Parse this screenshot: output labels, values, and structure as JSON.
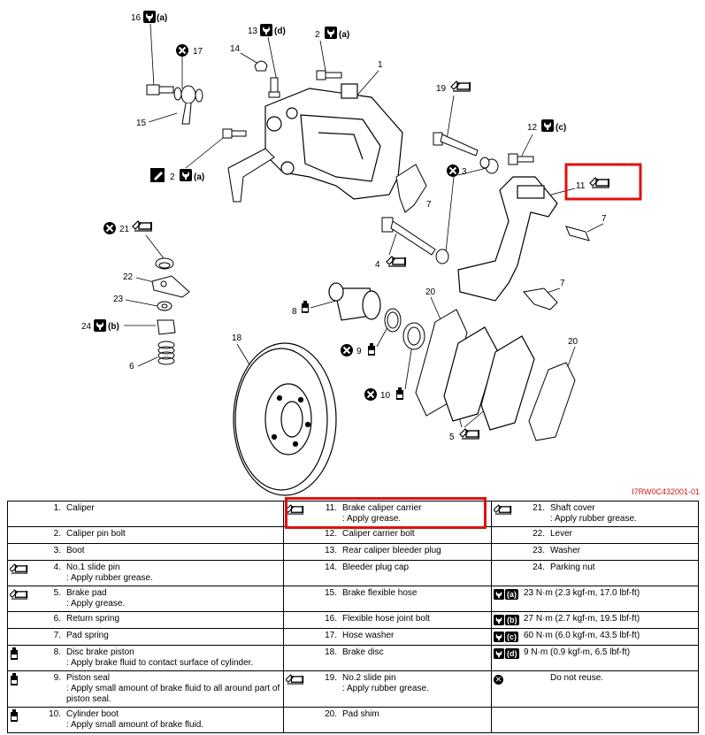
{
  "figure_code": "I7RW0C432001-01",
  "callouts": {
    "c1": "1",
    "c2a": "2",
    "c2b": "2",
    "c3": "3",
    "c4": "4",
    "c5": "5",
    "c6": "6",
    "c7a": "7",
    "c7b": "7",
    "c7c": "7",
    "c8": "8",
    "c9": "9",
    "c10": "10",
    "c11": "11",
    "c12": "12",
    "c13": "13",
    "c14": "14",
    "c15": "15",
    "c16": "16",
    "c17": "17",
    "c18": "18",
    "c19": "19",
    "c20a": "20",
    "c20b": "20",
    "c21": "21",
    "c22": "22",
    "c23": "23",
    "c24": "24"
  },
  "torque_letters": {
    "a": "(a)",
    "b": "(b)",
    "c": "(c)",
    "d": "(d)"
  },
  "icons": {
    "grease": "grease-gun-icon",
    "fluid": "brake-fluid-bottle-icon",
    "do_not_reuse": "x-circle-icon",
    "torque": "torque-wrench-icon",
    "sealant": "sealant-tube-icon"
  },
  "highlight_color": "#e01010",
  "legend": {
    "col1": [
      {
        "num": "1.",
        "name": "Caliper",
        "note": "",
        "icon": ""
      },
      {
        "num": "2.",
        "name": "Caliper pin bolt",
        "note": "",
        "icon": ""
      },
      {
        "num": "3.",
        "name": "Boot",
        "note": "",
        "icon": ""
      },
      {
        "num": "4.",
        "name": "No.1 slide pin",
        "note": ": Apply rubber grease.",
        "icon": "grease"
      },
      {
        "num": "5.",
        "name": "Brake pad",
        "note": ": Apply grease.",
        "icon": "grease"
      },
      {
        "num": "6.",
        "name": "Return spring",
        "note": "",
        "icon": ""
      },
      {
        "num": "7.",
        "name": "Pad spring",
        "note": "",
        "icon": ""
      },
      {
        "num": "8.",
        "name": "Disc brake piston",
        "note": ": Apply brake fluid to contact surface of cylinder.",
        "icon": "fluid"
      },
      {
        "num": "9.",
        "name": "Piston seal",
        "note": ": Apply small amount of brake fluid to all around part of piston seal.",
        "icon": "fluid"
      },
      {
        "num": "10.",
        "name": "Cylinder boot",
        "note": ": Apply small amount of brake fluid.",
        "icon": "fluid"
      }
    ],
    "col2": [
      {
        "num": "11.",
        "name": "Brake caliper carrier",
        "note": ": Apply grease.",
        "icon": "grease"
      },
      {
        "num": "12.",
        "name": "Caliper carrier bolt",
        "note": "",
        "icon": ""
      },
      {
        "num": "13.",
        "name": "Rear caliper bleeder plug",
        "note": "",
        "icon": ""
      },
      {
        "num": "14.",
        "name": "Bleeder plug cap",
        "note": "",
        "icon": ""
      },
      {
        "num": "15.",
        "name": "Brake flexible hose",
        "note": "",
        "icon": ""
      },
      {
        "num": "16.",
        "name": "Flexible hose joint bolt",
        "note": "",
        "icon": ""
      },
      {
        "num": "17.",
        "name": "Hose washer",
        "note": "",
        "icon": ""
      },
      {
        "num": "18.",
        "name": "Brake disc",
        "note": "",
        "icon": ""
      },
      {
        "num": "19.",
        "name": "No.2 slide pin",
        "note": ": Apply rubber grease.",
        "icon": "grease"
      },
      {
        "num": "20.",
        "name": "Pad shim",
        "note": "",
        "icon": ""
      }
    ],
    "col3": [
      {
        "num": "21.",
        "name": "Shaft cover",
        "note": ": Apply rubber grease.",
        "icon": "grease",
        "tq": ""
      },
      {
        "num": "22.",
        "name": "Lever",
        "note": "",
        "icon": "",
        "tq": ""
      },
      {
        "num": "23.",
        "name": "Washer",
        "note": "",
        "icon": "",
        "tq": ""
      },
      {
        "num": "24.",
        "name": "Parking nut",
        "note": "",
        "icon": "",
        "tq": ""
      },
      {
        "num": "",
        "name": "23 N·m (2.3 kgf-m, 17.0 lbf-ft)",
        "note": "",
        "icon": "torque",
        "tq": "(a)"
      },
      {
        "num": "",
        "name": "27 N·m (2.7 kgf-m, 19.5 lbf-ft)",
        "note": "",
        "icon": "torque",
        "tq": "(b)"
      },
      {
        "num": "",
        "name": "60 N·m (6.0 kgf-m, 43.5 lbf-ft)",
        "note": "",
        "icon": "torque",
        "tq": "(c)"
      },
      {
        "num": "",
        "name": "9 N·m (0.9 kgf-m, 6.5 lbf-ft)",
        "note": "",
        "icon": "torque",
        "tq": "(d)"
      },
      {
        "num": "",
        "name": "Do not reuse.",
        "note": "",
        "icon": "do_not_reuse",
        "tq": ""
      },
      {
        "num": "",
        "name": "",
        "note": "",
        "icon": "",
        "tq": ""
      }
    ]
  }
}
